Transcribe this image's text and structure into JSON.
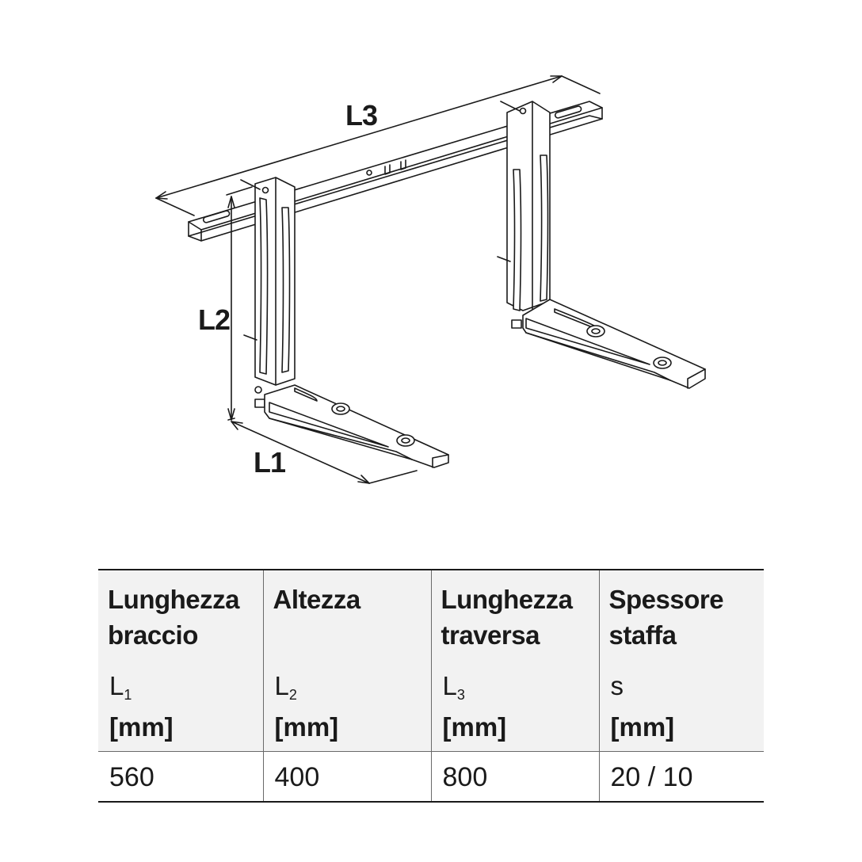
{
  "diagram": {
    "labels": {
      "l3": "L3",
      "l2": "L2",
      "l1": "L1"
    }
  },
  "table": {
    "columns": [
      {
        "title_line1": "Lunghezza",
        "title_line2": "braccio",
        "symbol": "L",
        "subscript": "1",
        "unit": "[mm]",
        "value": "560"
      },
      {
        "title_line1": "Altezza",
        "title_line2": "",
        "symbol": "L",
        "subscript": "2",
        "unit": "[mm]",
        "value": "400"
      },
      {
        "title_line1": "Lunghezza",
        "title_line2": "traversa",
        "symbol": "L",
        "subscript": "3",
        "unit": "[mm]",
        "value": "800"
      },
      {
        "title_line1": "Spessore",
        "title_line2": "staffa",
        "symbol": "s",
        "subscript": "",
        "unit": "[mm]",
        "value": "20 / 10"
      }
    ]
  }
}
